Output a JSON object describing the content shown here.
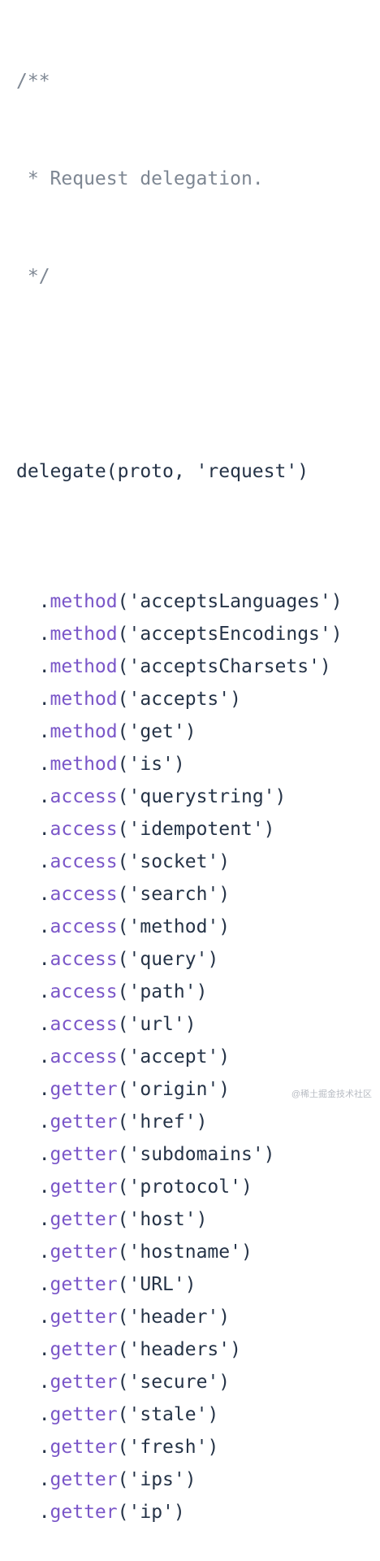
{
  "comment_lines": [
    "/**",
    " * Request delegation.",
    " */"
  ],
  "delegate_call": {
    "prefix": "delegate(proto, ",
    "arg": "'request'",
    "suffix": ")"
  },
  "chain": [
    {
      "method": "method",
      "arg": "acceptsLanguages"
    },
    {
      "method": "method",
      "arg": "acceptsEncodings"
    },
    {
      "method": "method",
      "arg": "acceptsCharsets"
    },
    {
      "method": "method",
      "arg": "accepts"
    },
    {
      "method": "method",
      "arg": "get"
    },
    {
      "method": "method",
      "arg": "is"
    },
    {
      "method": "access",
      "arg": "querystring"
    },
    {
      "method": "access",
      "arg": "idempotent"
    },
    {
      "method": "access",
      "arg": "socket"
    },
    {
      "method": "access",
      "arg": "search"
    },
    {
      "method": "access",
      "arg": "method"
    },
    {
      "method": "access",
      "arg": "query"
    },
    {
      "method": "access",
      "arg": "path"
    },
    {
      "method": "access",
      "arg": "url"
    },
    {
      "method": "access",
      "arg": "accept"
    },
    {
      "method": "getter",
      "arg": "origin"
    },
    {
      "method": "getter",
      "arg": "href"
    },
    {
      "method": "getter",
      "arg": "subdomains"
    },
    {
      "method": "getter",
      "arg": "protocol"
    },
    {
      "method": "getter",
      "arg": "host"
    },
    {
      "method": "getter",
      "arg": "hostname"
    },
    {
      "method": "getter",
      "arg": "URL"
    },
    {
      "method": "getter",
      "arg": "header"
    },
    {
      "method": "getter",
      "arg": "headers"
    },
    {
      "method": "getter",
      "arg": "secure"
    },
    {
      "method": "getter",
      "arg": "stale"
    },
    {
      "method": "getter",
      "arg": "fresh"
    },
    {
      "method": "getter",
      "arg": "ips"
    },
    {
      "method": "getter",
      "arg": "ip"
    }
  ],
  "watermark": "@稀土掘金技术社区",
  "colors": {
    "comment": "#7e8793",
    "method": "#7a56c8",
    "text": "#253347",
    "background": "#ffffff"
  }
}
